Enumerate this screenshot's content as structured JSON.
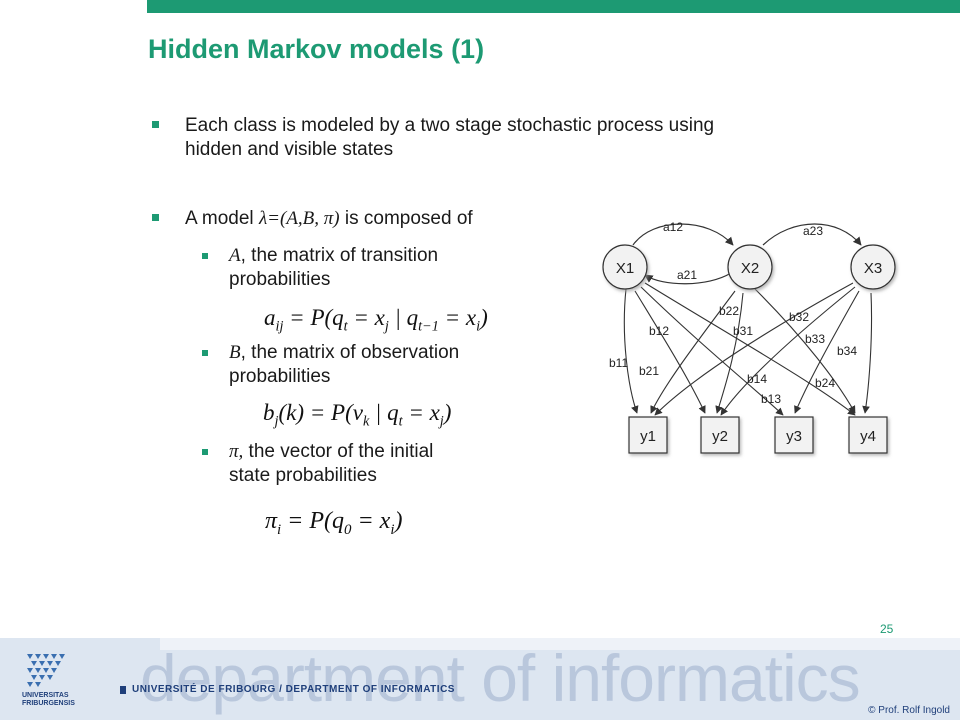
{
  "title": "Hidden Markov models (1)",
  "bullets": {
    "b1_line1": "Each class is modeled by a two stage stochastic process using",
    "b1_line2": "hidden and visible states",
    "b2_pre": "A model ",
    "b2_math": "λ=(A,B, π)",
    "b2_post": " is composed of",
    "s1_sym": "A",
    "s1_line1": ", the matrix of transition",
    "s1_line2": "probabilities",
    "s2_sym": "B",
    "s2_line1": ", the matrix of observation",
    "s2_line2": "probabilities",
    "s3_sym": "π,",
    "s3_line1": " the vector of the initial",
    "s3_line2": "state probabilities"
  },
  "diagram": {
    "states": [
      "X1",
      "X2",
      "X3"
    ],
    "observations": [
      "y1",
      "y2",
      "y3",
      "y4"
    ],
    "transitions": [
      "a12",
      "a21",
      "a23"
    ],
    "emissions": [
      "b11",
      "b12",
      "b13",
      "b14",
      "b21",
      "b22",
      "b24",
      "b31",
      "b32",
      "b33",
      "b34"
    ]
  },
  "page_number": "25",
  "footer": {
    "department": "department of informatics",
    "university": "UNIVERSITÉ DE FRIBOURG / DEPARTMENT OF INFORMATICS",
    "logo_line1": "UNIVERSITAS",
    "logo_line2": "FRIBURGENSIS",
    "copyright": "© Prof. Rolf Ingold"
  },
  "colors": {
    "accent": "#1d9a73",
    "footer_bg": "#dde6f1",
    "dept_text": "#b9c7dc",
    "navy": "#1f3f7a"
  }
}
